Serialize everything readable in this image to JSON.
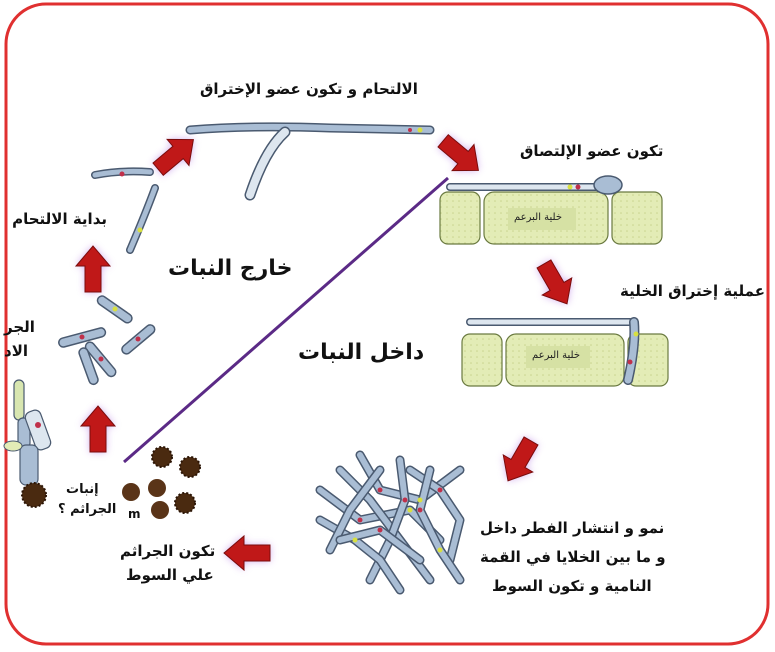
{
  "labels": {
    "fusion_appressorium": "الالتحام و تكون عضو الإختراق",
    "adhesion_organ": "تكون عضو الإلتصاق",
    "cell_penetration": "عملية إختراق الخلية",
    "fusion_start": "بداية الالتحام",
    "outside_plant": "خارج النبات",
    "inside_plant": "داخل النبات",
    "spore_germ_line1": "الجر",
    "spore_germ_line2": "الاد",
    "germination_line1": "إنبات",
    "germination_line2": "الجراثم ؟",
    "spore_formation_line1": "تكون الجراثم",
    "spore_formation_line2": "علي السوط",
    "growth_line1": "نمو و انتشار الفطر داخل",
    "growth_line2": "و ما بين الخلايا في القمة",
    "growth_line3": "النامية و تكون السوط",
    "bud_cell_1": "خلية البرعم",
    "bud_cell_2": "خلية البرعم"
  },
  "colors": {
    "frame": "#e03030",
    "arrow": "#c01818",
    "arrow_glow": "#b070e0",
    "diagonal": "#5b2a86",
    "hypha": "#a9bdd4",
    "hypha_outline": "#4a5a70",
    "plant_cell": "#dfe9b0",
    "nucleus": "#c0304a",
    "spore": "#4a2a10"
  }
}
